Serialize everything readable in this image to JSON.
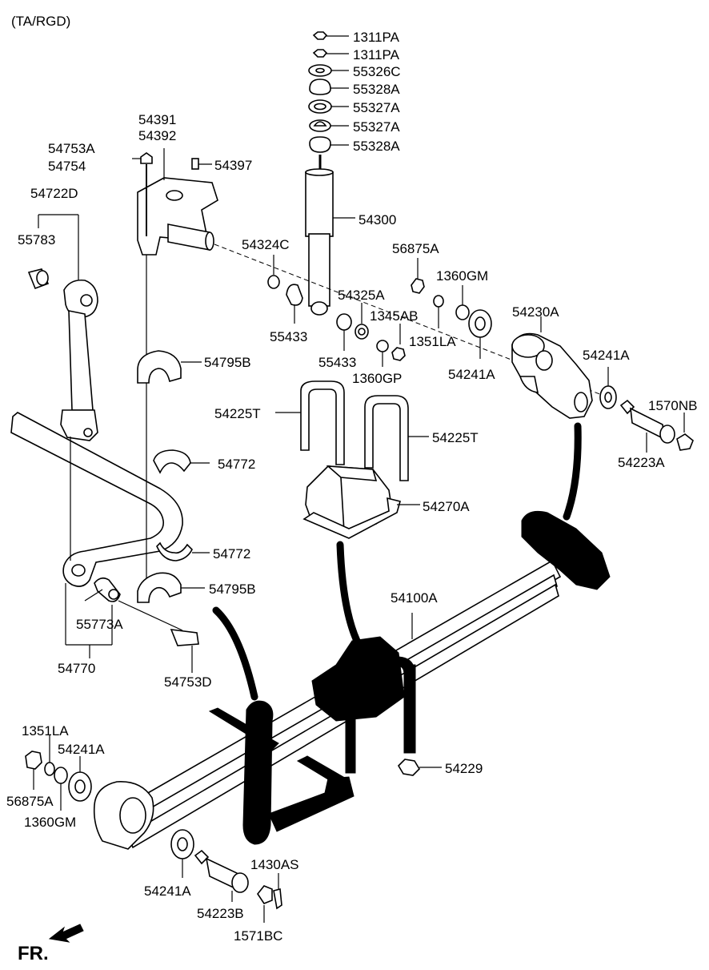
{
  "header": {
    "variant": "(TA/RGD)"
  },
  "direction": {
    "label": "FR."
  },
  "labels": {
    "l1311pa_a": "1311PA",
    "l1311pa_b": "1311PA",
    "l55326c": "55326C",
    "l55328a_a": "55328A",
    "l55327a_a": "55327A",
    "l55327a_b": "55327A",
    "l55328a_b": "55328A",
    "l54391": "54391",
    "l54392": "54392",
    "l54753a": "54753A",
    "l54754": "54754",
    "l54397": "54397",
    "l54722d": "54722D",
    "l54300": "54300",
    "l55783": "55783",
    "l54324c": "54324C",
    "l56875a_top": "56875A",
    "l1360gm_top": "1360GM",
    "l54325a": "54325A",
    "l54230a": "54230A",
    "l1345ab": "1345AB",
    "l55433_a": "55433",
    "l1351la_top": "1351LA",
    "l54241a_r1": "54241A",
    "l55433_b": "55433",
    "l54795b_a": "54795B",
    "l1360gp": "1360GP",
    "l54241a_r2": "54241A",
    "l1570nb": "1570NB",
    "l54225t_a": "54225T",
    "l54225t_b": "54225T",
    "l54223a": "54223A",
    "l54772_a": "54772",
    "l54270a": "54270A",
    "l54772_b": "54772",
    "l54795b_b": "54795B",
    "l54100a": "54100A",
    "l55773a": "55773A",
    "l54770": "54770",
    "l54753d": "54753D",
    "l1351la_bot": "1351LA",
    "l54241a_bl": "54241A",
    "l54229": "54229",
    "l56875a_bot": "56875A",
    "l1360gm_bot": "1360GM",
    "l1430as": "1430AS",
    "l54241a_bot": "54241A",
    "l54223b": "54223B",
    "l1571bc": "1571BC"
  }
}
